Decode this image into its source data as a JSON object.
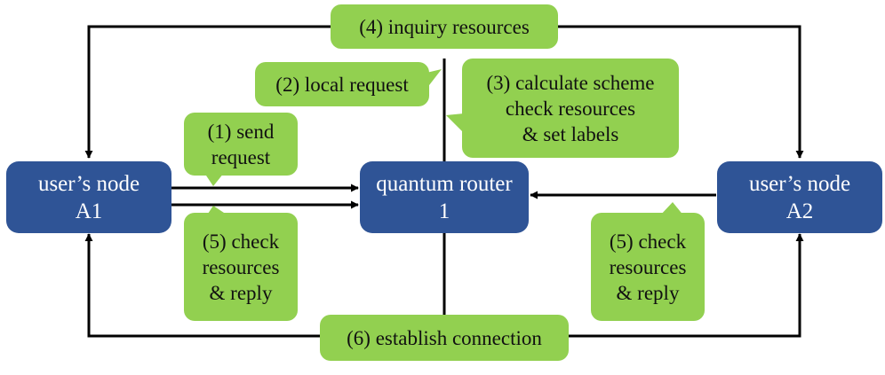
{
  "colors": {
    "node": "#2f5496",
    "callout": "#92d050",
    "line": "#000000"
  },
  "nodes": {
    "a1": {
      "line1": "user’s node",
      "line2": "A1"
    },
    "router": {
      "line1": "quantum router",
      "line2": "1"
    },
    "a2": {
      "line1": "user’s node",
      "line2": "A2"
    }
  },
  "callouts": {
    "inquiry": "(4) inquiry resources",
    "local_request": "(2) local request",
    "calculate": {
      "line1": "(3) calculate scheme",
      "line2": "check resources",
      "line3": "& set labels"
    },
    "send_request": {
      "line1": "(1) send",
      "line2": "request"
    },
    "check_left": {
      "line1": "(5) check",
      "line2": "resources",
      "line3": "& reply"
    },
    "check_right": {
      "line1": "(5) check",
      "line2": "resources",
      "line3": "& reply"
    },
    "establish": "(6) establish connection"
  }
}
